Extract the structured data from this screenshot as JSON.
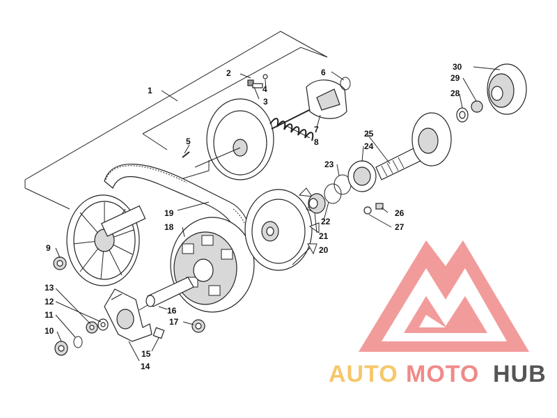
{
  "callouts": [
    {
      "n": "1",
      "label": "1"
    },
    {
      "n": "2",
      "label": "2"
    },
    {
      "n": "3",
      "label": "3"
    },
    {
      "n": "4",
      "label": "4"
    },
    {
      "n": "5",
      "label": "5"
    },
    {
      "n": "6",
      "label": "6"
    },
    {
      "n": "7",
      "label": "7"
    },
    {
      "n": "8",
      "label": "8"
    },
    {
      "n": "9",
      "label": "9"
    },
    {
      "n": "10",
      "label": "10"
    },
    {
      "n": "11",
      "label": "11"
    },
    {
      "n": "12",
      "label": "12"
    },
    {
      "n": "13",
      "label": "13"
    },
    {
      "n": "14",
      "label": "14"
    },
    {
      "n": "15",
      "label": "15"
    },
    {
      "n": "16",
      "label": "16"
    },
    {
      "n": "17",
      "label": "17"
    },
    {
      "n": "18",
      "label": "18"
    },
    {
      "n": "19",
      "label": "19"
    },
    {
      "n": "20",
      "label": "20"
    },
    {
      "n": "21",
      "label": "21"
    },
    {
      "n": "22",
      "label": "22"
    },
    {
      "n": "23",
      "label": "23"
    },
    {
      "n": "24",
      "label": "24"
    },
    {
      "n": "25",
      "label": "25"
    },
    {
      "n": "26",
      "label": "26"
    },
    {
      "n": "27",
      "label": "27"
    },
    {
      "n": "28",
      "label": "28"
    },
    {
      "n": "29",
      "label": "29"
    },
    {
      "n": "30",
      "label": "30"
    }
  ],
  "watermark": {
    "part1": "AUTO",
    "part2": "MOTO",
    "part3": "HUB",
    "color_light": "#f6c76a",
    "color_red": "#f08a8a",
    "color_dark": "#555555"
  }
}
